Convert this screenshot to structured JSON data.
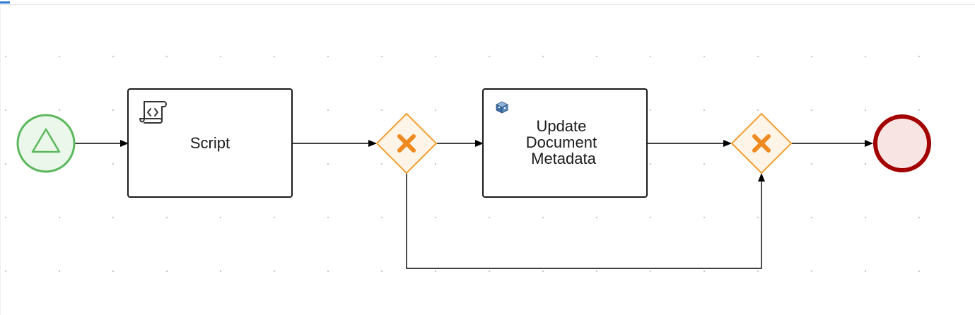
{
  "diagram": {
    "type": "bpmn-process",
    "nodes": [
      {
        "id": "start",
        "kind": "start-event-signal",
        "label": ""
      },
      {
        "id": "script",
        "kind": "script-task",
        "label": "Script",
        "icon": "script-scroll-icon"
      },
      {
        "id": "gw_split",
        "kind": "exclusive-gateway",
        "label": ""
      },
      {
        "id": "update",
        "kind": "service-task",
        "label_lines": [
          "Update",
          "Document",
          "Metadata"
        ],
        "icon": "service-cube-icon"
      },
      {
        "id": "gw_join",
        "kind": "exclusive-gateway",
        "label": ""
      },
      {
        "id": "end",
        "kind": "end-event",
        "label": ""
      }
    ],
    "edges": [
      {
        "from": "start",
        "to": "script"
      },
      {
        "from": "script",
        "to": "gw_split"
      },
      {
        "from": "gw_split",
        "to": "update"
      },
      {
        "from": "update",
        "to": "gw_join"
      },
      {
        "from": "gw_split",
        "to": "gw_join",
        "route": "bypass-below"
      },
      {
        "from": "gw_join",
        "to": "end"
      }
    ],
    "colors": {
      "start_stroke": "#5cb85c",
      "start_fill": "#eaf7ea",
      "gateway_stroke": "#f0a030",
      "gateway_fill": "#fff4e8",
      "gateway_mark": "#ee8a1e",
      "end_stroke": "#a30000",
      "end_fill": "#f9e4e4",
      "task_stroke": "#1a1a1a",
      "edge": "#000000",
      "grid_dot": "#c8c8c8"
    }
  }
}
